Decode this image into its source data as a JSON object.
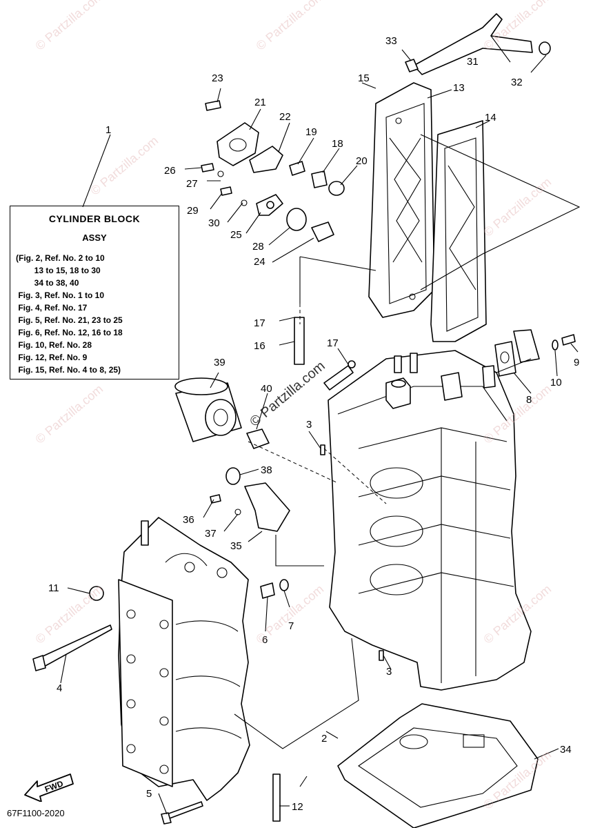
{
  "legend": {
    "title": "CYLINDER BLOCK",
    "subtitle": "ASSY",
    "lines": [
      "(Fig. 2, Ref. No. 2 to 10",
      "        13 to 15, 18 to 30",
      "        34 to 38, 40",
      " Fig. 3, Ref. No. 1 to 10",
      " Fig. 4, Ref. No. 17",
      " Fig. 5, Ref. No. 21, 23 to 25",
      " Fig. 6, Ref. No. 12, 16 to 18",
      " Fig. 10, Ref. No. 28",
      " Fig. 12, Ref. No. 9",
      " Fig. 15, Ref. No. 4 to 8, 25)"
    ]
  },
  "callouts": {
    "c1": "1",
    "c2": "2",
    "c3a": "3",
    "c3b": "3",
    "c4": "4",
    "c5": "5",
    "c6": "6",
    "c7": "7",
    "c8": "8",
    "c9": "9",
    "c10": "10",
    "c11": "11",
    "c12": "12",
    "c13": "13",
    "c14": "14",
    "c15": "15",
    "c16": "16",
    "c17a": "17",
    "c17b": "17",
    "c18": "18",
    "c19": "19",
    "c20": "20",
    "c21": "21",
    "c22": "22",
    "c23": "23",
    "c24": "24",
    "c25": "25",
    "c26": "26",
    "c27": "27",
    "c28": "28",
    "c29": "29",
    "c30": "30",
    "c31": "31",
    "c32": "32",
    "c33": "33",
    "c34": "34",
    "c35": "35",
    "c36": "36",
    "c37": "37",
    "c38": "38",
    "c39": "39",
    "c40": "40"
  },
  "fwd_label": "FWD",
  "diagram_code": "67F1100-2020",
  "watermark": "© Partzilla.com",
  "watermark_center": "© Partzilla.com"
}
